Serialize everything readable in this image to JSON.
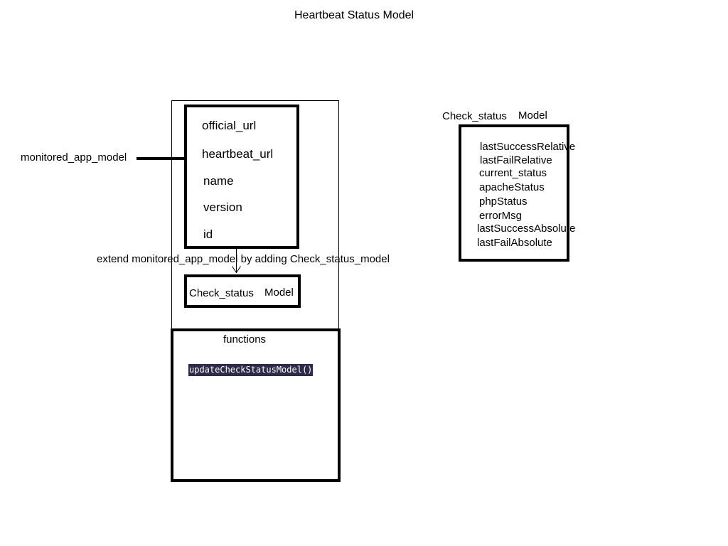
{
  "title": "Heartbeat Status Model",
  "monitored_app": {
    "label": "monitored_app_model",
    "fields": [
      "official_url",
      "heartbeat_url",
      "name",
      "version",
      "id"
    ]
  },
  "extend_note": "extend monitored_app_model by adding Check_status_model",
  "check_status_small": {
    "part1": "Check_status",
    "part2": "Model"
  },
  "functions": {
    "heading": "functions",
    "items": [
      "updateCheckStatusModel()"
    ]
  },
  "check_status_model": {
    "title_part1": "Check_status",
    "title_part2": "Model",
    "fields": [
      "lastSuccessRelative",
      "lastFailRelative",
      "current_status",
      "apacheStatus",
      "phpStatus",
      "errorMsg",
      "lastSuccessAbsolute",
      "lastFailAbsolute"
    ]
  }
}
